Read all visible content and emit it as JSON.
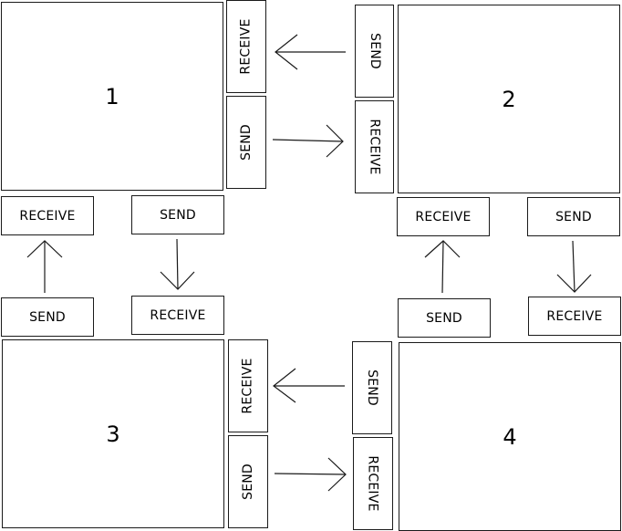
{
  "nodes": [
    {
      "label": "1"
    },
    {
      "label": "2"
    },
    {
      "label": "3"
    },
    {
      "label": "4"
    }
  ],
  "tags": {
    "send": "SEND",
    "receive": "RECEIVE"
  }
}
